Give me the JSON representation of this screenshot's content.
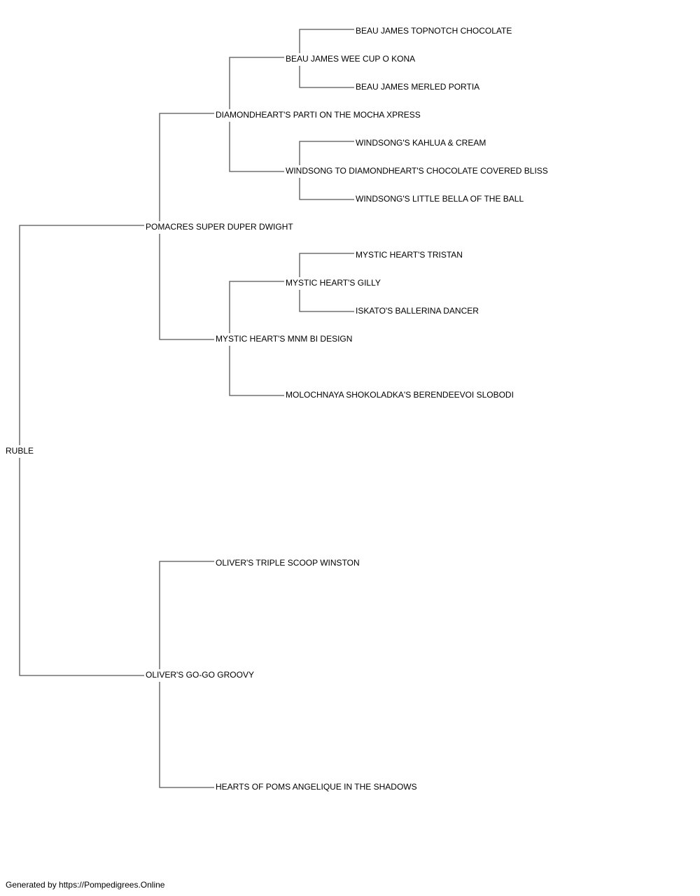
{
  "pedigree": {
    "subject": "RUBLE",
    "sire": {
      "name": "POMACRES SUPER DUPER DWIGHT",
      "sire": {
        "name": "DIAMONDHEART'S PARTI ON THE MOCHA XPRESS",
        "sire": {
          "name": "BEAU JAMES WEE CUP O KONA",
          "sire": "BEAU JAMES TOPNOTCH CHOCOLATE",
          "dam": "BEAU JAMES MERLED PORTIA"
        },
        "dam": {
          "name": "WINDSONG TO DIAMONDHEART'S CHOCOLATE COVERED BLISS",
          "sire": "WINDSONG'S KAHLUA & CREAM",
          "dam": "WINDSONG'S LITTLE BELLA OF THE BALL"
        }
      },
      "dam": {
        "name": "MYSTIC HEART'S MNM BI DESIGN",
        "sire": {
          "name": "MYSTIC HEART'S GILLY",
          "sire": "MYSTIC HEART'S TRISTAN",
          "dam": "ISKATO'S BALLERINA DANCER"
        },
        "dam": {
          "name": "MOLOCHNAYA SHOKOLADKA'S BERENDEEVOI SLOBODI"
        }
      }
    },
    "dam": {
      "name": "OLIVER'S GO-GO GROOVY",
      "sire": {
        "name": "OLIVER'S TRIPLE SCOOP WINSTON"
      },
      "dam": {
        "name": "HEARTS OF POMS ANGELIQUE IN THE SHADOWS"
      }
    }
  },
  "footer": {
    "text": "Generated by https://Pompedigrees.Online"
  },
  "colors": {
    "line": "#555555",
    "text": "#000000",
    "background": "#ffffff"
  }
}
